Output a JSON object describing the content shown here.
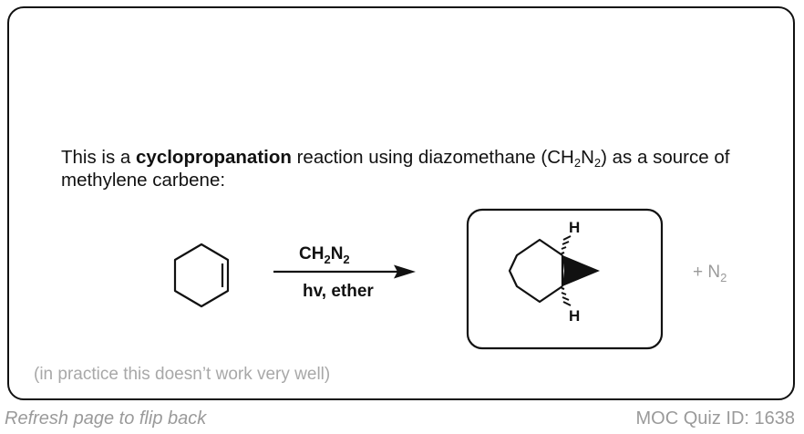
{
  "intro": {
    "part1": "This is a ",
    "bold_term": "cyclopropanation",
    "part2": " reaction using diazomethane (CH",
    "sub1": "2",
    "part3": "N",
    "sub2": "2",
    "part4": ") as a source of methylene carbene:"
  },
  "reagent": {
    "top_main": "CH",
    "top_sub1": "2",
    "top_mid": "N",
    "top_sub2": "2",
    "bottom": "hv, ether"
  },
  "product": {
    "atom_top": "H",
    "atom_bottom": "H"
  },
  "byproduct": {
    "prefix": "+ N",
    "sub": "2"
  },
  "note": "(in practice this doesn’t work very well)",
  "footer": {
    "flip_back": "Refresh page to flip back",
    "quiz_id": "MOC Quiz ID: 1638"
  },
  "colors": {
    "border": "#111111",
    "muted_text": "#9a9a9a"
  }
}
